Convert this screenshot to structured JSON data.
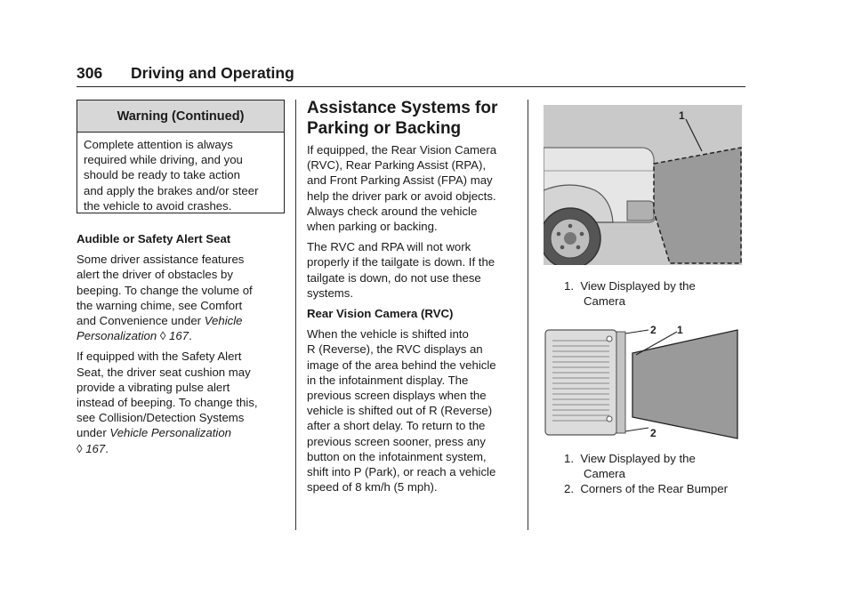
{
  "header": {
    "page_number": "306",
    "section": "Driving and Operating"
  },
  "warning": {
    "title": "Warning  (Continued)",
    "lines": [
      "Complete attention is always",
      "required while driving, and you",
      "should be ready to take action",
      "and apply the brakes and/or steer",
      "the vehicle to avoid crashes."
    ]
  },
  "col1": {
    "subhead": "Audible or Safety Alert Seat",
    "p1_lines": [
      "Some driver assistance features",
      "alert the driver of obstacles by",
      "beeping. To change the volume of",
      "the warning chime, see  Comfort",
      "and Convenience  under "
    ],
    "p1_ref_italic_a": "Vehicle",
    "p1_ref_italic_b": "Personalization",
    "p1_ref_arrow": "◊",
    "p1_ref_page": "167",
    "p2_lines": [
      "If equipped with the Safety Alert",
      "Seat, the driver seat cushion may",
      "provide a vibrating pulse alert",
      "instead of beeping. To change this,",
      "see  Collision/Detection Systems",
      "under "
    ],
    "p2_ref_italic": "Vehicle Personalization",
    "p2_ref_arrow": "◊",
    "p2_ref_page": "167"
  },
  "col2": {
    "heading_line1": "Assistance Systems for",
    "heading_line2": "Parking or Backing",
    "p1_lines": [
      "If equipped, the Rear Vision Camera",
      "(RVC), Rear Parking Assist (RPA),",
      "and Front Parking Assist (FPA) may",
      "help the driver park or avoid objects.",
      "Always check around the vehicle",
      "when parking or backing."
    ],
    "p2_lines": [
      "The RVC and RPA will not work",
      "properly if the tailgate is down. If the",
      "tailgate is down, do not use these",
      "systems."
    ],
    "subhead": "Rear Vision Camera (RVC)",
    "p3_lines": [
      "When the vehicle is shifted into",
      "R (Reverse), the RVC displays an",
      "image of the area behind the vehicle",
      "in the infotainment display. The",
      "previous screen displays when the",
      "vehicle is shifted out of R (Reverse)",
      "after a short delay. To return to the",
      "previous screen sooner, press any",
      "button on the infotainment system,",
      "shift into P (Park), or reach a vehicle",
      "speed of 8 km/h (5 mph)."
    ]
  },
  "figure1": {
    "callout": "1",
    "caption_num": "1.",
    "caption_line1": "View Displayed by the",
    "caption_line2": "Camera"
  },
  "figure2": {
    "callout_1": "1",
    "callout_2_top": "2",
    "callout_2_bottom": "2",
    "caption1_num": "1.",
    "caption1_line1": "View Displayed by the",
    "caption1_line2": "Camera",
    "caption2_num": "2.",
    "caption2_line1": "Corners of the Rear Bumper"
  },
  "colors": {
    "text": "#1a1a1a",
    "warning_header_bg": "#d7d7d7",
    "view_area_gray": "#9a9a9a"
  }
}
